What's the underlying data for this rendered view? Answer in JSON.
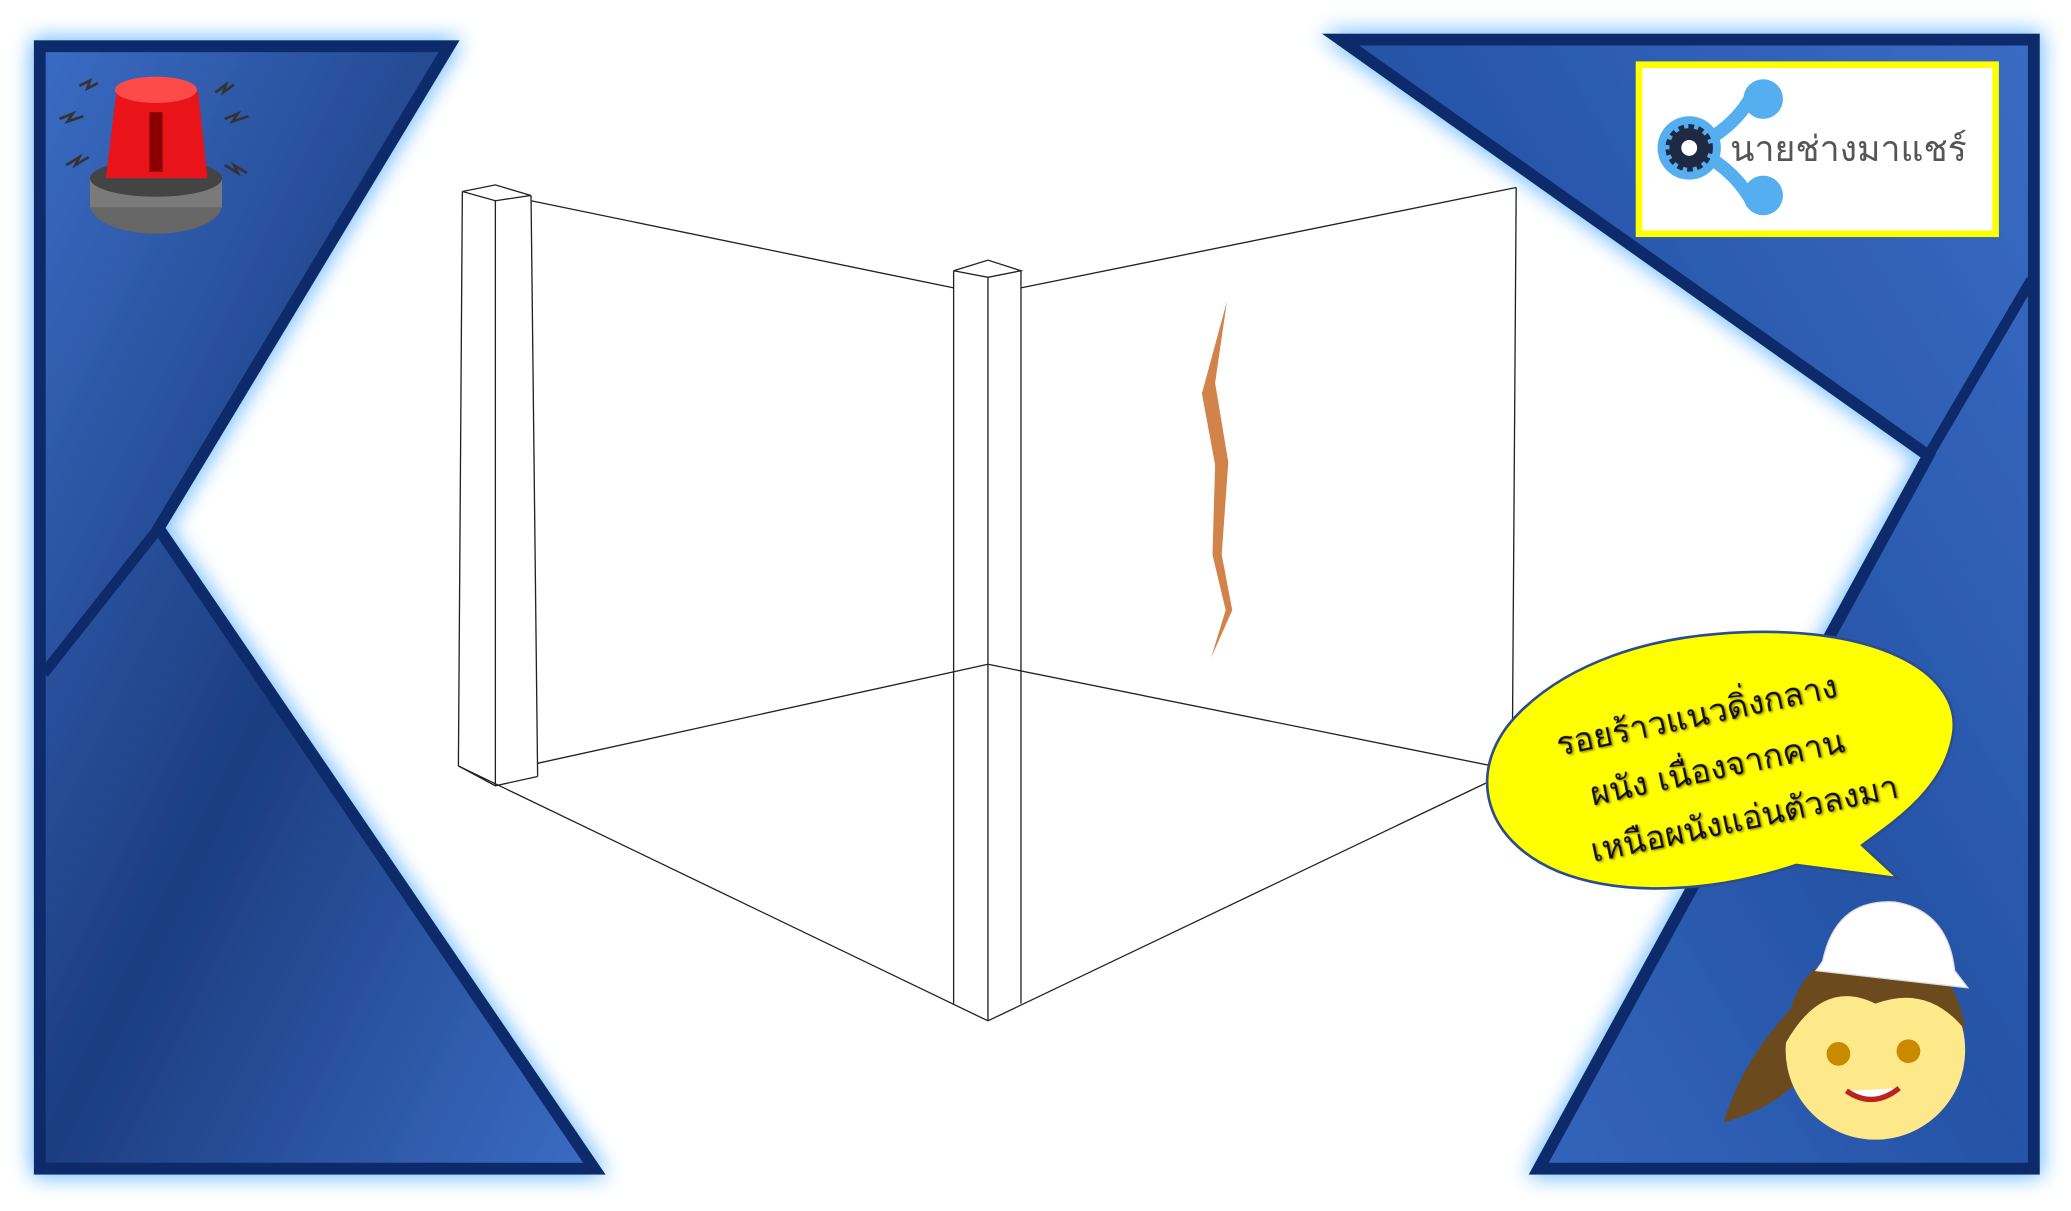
{
  "logo": {
    "text": "นายช่างมาแชร์"
  },
  "speech_bubble": {
    "lines": [
      "รอยร้าวแนวดิ่งกลาง",
      "ผนัง เนื่องจากคาน",
      "เหนือผนังแอ่นตัวลงมา"
    ]
  },
  "colors": {
    "panel_blue": "#3564b8",
    "panel_border": "#0d2a6b",
    "glow": "#8fcaff",
    "bubble": "#ffff00",
    "crack": "#d2834a",
    "logo_border": "#ffff00",
    "logo_blue": "#55aef0"
  }
}
